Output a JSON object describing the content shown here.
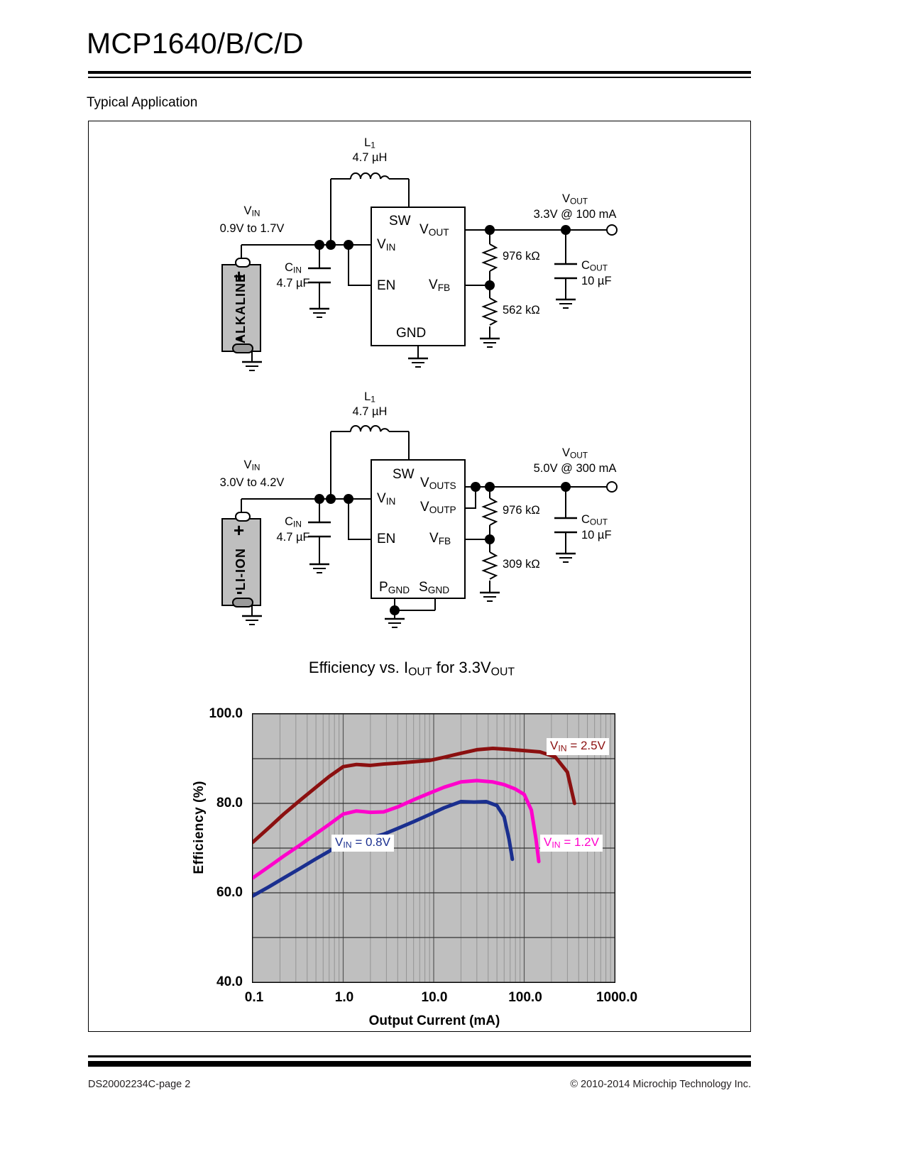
{
  "header": {
    "doc_title": "MCP1640/B/C/D",
    "section_label": "Typical Application"
  },
  "footer": {
    "left": "DS20002234C-page 2",
    "right": "© 2010-2014 Microchip Technology Inc."
  },
  "circuit1": {
    "name": "typical-application-3v3",
    "inductor": {
      "ref": "L",
      "ref_sub": "1",
      "value": "4.7 µH"
    },
    "vin": {
      "label": "V",
      "label_sub": "IN",
      "range": "0.9V to 1.7V"
    },
    "battery": {
      "chemistry": "ALKALINE",
      "plus": "+",
      "minus": "-"
    },
    "cin": {
      "ref": "C",
      "ref_sub": "IN",
      "value": "4.7 µF"
    },
    "cout": {
      "ref": "C",
      "ref_sub": "OUT",
      "value": "10 µF"
    },
    "ic_pins": {
      "sw": "SW",
      "vin": "V",
      "vin_sub": "IN",
      "en": "EN",
      "vout": "V",
      "vout_sub": "OUT",
      "vfb": "V",
      "vfb_sub": "FB",
      "gnd": "GND"
    },
    "r_top": "976 kΩ",
    "r_bot": "562 kΩ",
    "vout": {
      "label": "V",
      "label_sub": "OUT",
      "spec": "3.3V @ 100 mA"
    }
  },
  "circuit2": {
    "name": "typical-application-5v0",
    "inductor": {
      "ref": "L",
      "ref_sub": "1",
      "value": "4.7 µH"
    },
    "vin": {
      "label": "V",
      "label_sub": "IN",
      "range": "3.0V to 4.2V"
    },
    "battery": {
      "chemistry": "LI-ION",
      "plus": "+",
      "minus": "-"
    },
    "cin": {
      "ref": "C",
      "ref_sub": "IN",
      "value": "4.7 µF"
    },
    "cout": {
      "ref": "C",
      "ref_sub": "OUT",
      "value": "10 µF"
    },
    "ic_pins": {
      "sw": "SW",
      "vin": "V",
      "vin_sub": "IN",
      "en": "EN",
      "vouts": "V",
      "vouts_sub": "OUTS",
      "voutp": "V",
      "voutp_sub": "OUTP",
      "vfb": "V",
      "vfb_sub": "FB",
      "pgnd": "P",
      "pgnd_sub": "GND",
      "sgnd": "S",
      "sgnd_sub": "GND"
    },
    "r_top": "976 kΩ",
    "r_bot": "309 kΩ",
    "vout": {
      "label": "V",
      "label_sub": "OUT",
      "spec": "5.0V @ 300 mA"
    }
  },
  "chart_data": {
    "type": "line",
    "title_main": "Efficiency vs. I",
    "title_sub1": "OUT",
    "title_mid": " for 3.3V",
    "title_sub2": "OUT",
    "title": "Efficiency vs. IOUT for 3.3VOUT",
    "xlabel": "Output Current (mA)",
    "ylabel": "Efficiency (%)",
    "xscale": "log",
    "xlim": [
      0.1,
      1000.0
    ],
    "ylim": [
      40.0,
      100.0
    ],
    "xticks": [
      "0.1",
      "1.0",
      "10.0",
      "100.0",
      "1000.0"
    ],
    "xtick_values": [
      0.1,
      1.0,
      10.0,
      100.0,
      1000.0
    ],
    "yticks": [
      "100.0",
      "80.0",
      "60.0",
      "40.0"
    ],
    "ytick_values": [
      100.0,
      80.0,
      60.0,
      40.0
    ],
    "grid": true,
    "grid_major_y_step": 10,
    "plot_bg": "#bfbfbf",
    "legend_position": "inline-annotations",
    "series": [
      {
        "name": "VIN = 2.5V",
        "label_prefix": "V",
        "label_sub": "IN",
        "label_suffix": " = 2.5V",
        "color": "#8B1010",
        "x": [
          0.1,
          0.15,
          0.22,
          0.33,
          0.5,
          0.7,
          1.0,
          1.4,
          2.0,
          2.8,
          4.0,
          6.0,
          9.0,
          13.0,
          20.0,
          30.0,
          45.0,
          65.0,
          100.0,
          150.0,
          220.0,
          300.0,
          360.0
        ],
        "y": [
          71.3,
          74.5,
          77.6,
          80.6,
          83.6,
          86.0,
          88.2,
          88.7,
          88.5,
          88.8,
          89.0,
          89.3,
          89.6,
          90.3,
          91.2,
          92.0,
          92.3,
          92.1,
          91.8,
          91.5,
          90.4,
          87.0,
          80.0
        ]
      },
      {
        "name": "VIN = 1.2V",
        "label_prefix": "V",
        "label_sub": "IN",
        "label_suffix": " = 1.2V",
        "color": "#FF00CC",
        "x": [
          0.1,
          0.15,
          0.22,
          0.33,
          0.5,
          0.7,
          1.0,
          1.4,
          2.0,
          2.8,
          4.0,
          6.0,
          9.0,
          13.0,
          20.0,
          30.0,
          45.0,
          60.0,
          80.0,
          100.0,
          120.0,
          135.0,
          145.0
        ],
        "y": [
          63.3,
          65.8,
          68.2,
          70.6,
          73.2,
          75.3,
          77.6,
          78.3,
          78.0,
          78.1,
          79.2,
          80.8,
          82.3,
          83.6,
          84.8,
          85.1,
          84.8,
          84.2,
          83.2,
          82.0,
          78.5,
          72.0,
          67.0
        ]
      },
      {
        "name": "VIN = 0.8V",
        "label_prefix": "V",
        "label_sub": "IN",
        "label_suffix": " = 0.8V",
        "color": "#1a2f8f",
        "x": [
          0.1,
          0.15,
          0.22,
          0.33,
          0.5,
          0.7,
          1.0,
          1.4,
          2.0,
          2.8,
          4.0,
          6.0,
          9.0,
          13.0,
          20.0,
          28.0,
          38.0,
          50.0,
          60.0,
          68.0,
          74.0
        ],
        "y": [
          59.3,
          61.3,
          63.3,
          65.4,
          67.6,
          69.3,
          71.2,
          72.1,
          72.3,
          73.1,
          74.4,
          75.9,
          77.5,
          79.0,
          80.4,
          80.3,
          80.4,
          79.5,
          77.0,
          72.0,
          67.5
        ]
      }
    ]
  }
}
